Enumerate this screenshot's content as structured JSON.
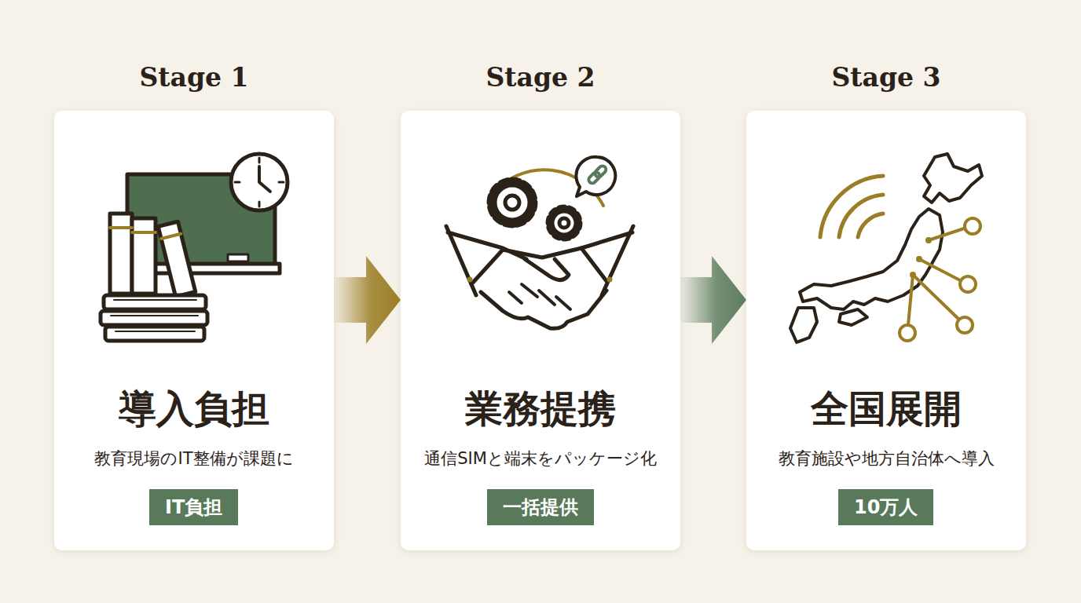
{
  "diagram": {
    "nodes": [
      {
        "text": [
          "Stage 1",
          "導入負担",
          "教育現場のIT整備が課題に"
        ]
      },
      {
        "text": [
          "IT負担"
        ],
        "in": 0
      },
      {
        "text": [
          "Stage 2",
          "業務提携",
          "通信SIMと端末をパッケージ化"
        ]
      },
      {
        "text": [
          "一括提供"
        ],
        "in": 2
      },
      {
        "text": [
          "Stage 3",
          "全国展開",
          "教育施設や地方自治体へ導入"
        ]
      },
      {
        "text": [
          "10万人"
        ],
        "in": 4
      }
    ],
    "edges": [
      {
        "from": 0,
        "to": 2,
        "arrow": "to"
      },
      {
        "from": 2,
        "to": 4,
        "arrow": "to"
      }
    ]
  }
}
